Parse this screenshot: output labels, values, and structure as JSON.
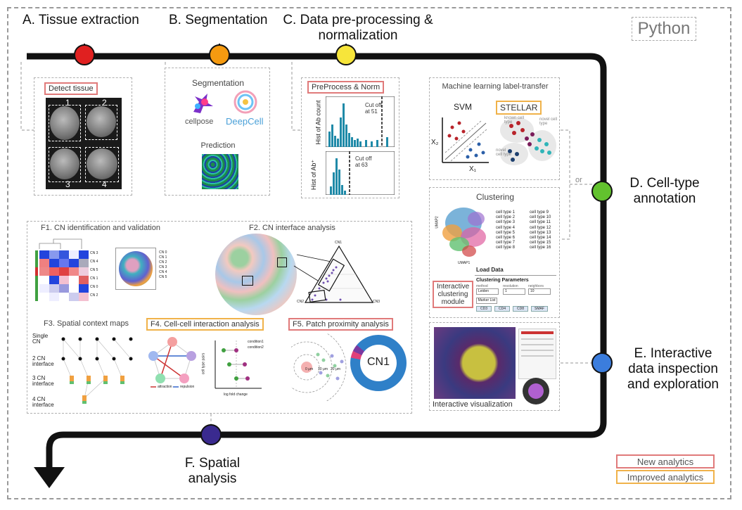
{
  "python_label": "Python",
  "stages": {
    "a": "A. Tissue extraction",
    "b": "B. Segmentation",
    "c_line1": "C. Data pre-processing &",
    "c_line2": "normalization",
    "d_line1": "D. Cell-type",
    "d_line2": "annotation",
    "e_line1": "E. Interactive",
    "e_line2": "data inspection",
    "e_line3": "and exploration",
    "f_line1": "F. Spatial",
    "f_line2": "analysis"
  },
  "colors": {
    "a": "#e02020",
    "b": "#f59a10",
    "c": "#f7e53a",
    "d": "#62c22e",
    "e": "#3b7ddd",
    "f": "#3a2a8f",
    "new_analytics": "#e07a7a",
    "improved_analytics": "#f0b24a"
  },
  "panel_a": {
    "label": "Detect tissue",
    "cores": [
      "1",
      "2",
      "3",
      "4"
    ]
  },
  "panel_b": {
    "title": "Segmentation",
    "cellpose": "cellpose",
    "deepcell": "DeepCell",
    "prediction": "Prediction"
  },
  "panel_c": {
    "label": "PreProcess & Norm",
    "ylabel1": "Hist of Ab count",
    "ylabel2": "Hist of Ab⁺",
    "cut1_line1": "Cut off",
    "cut1_line2": "at 51",
    "cut2_line1": "Cut off",
    "cut2_line2": "at 63"
  },
  "panel_ml": {
    "title": "Machine learning label-transfer",
    "svm": "SVM",
    "stellar": "STELLAR",
    "x2": "X₂",
    "x1": "X₁",
    "known_cell_type": "known cell type",
    "novel_cell_type": "novel cell type",
    "novel_cell_type_2": "novel cell type"
  },
  "or_label": "or",
  "panel_clustering": {
    "title": "Clustering",
    "xlabel": "UMAP1",
    "ylabel": "UMAP2",
    "legend_col1": [
      "cell type 1",
      "cell type 2",
      "cell type 3",
      "cell type 4",
      "cell type 5",
      "cell type 6",
      "cell type 7",
      "cell type 8"
    ],
    "legend_col2": [
      "cell type 9",
      "cell type 10",
      "cell type 11",
      "cell type 12",
      "cell type 13",
      "cell type 14",
      "cell type 15",
      "cell type 16"
    ],
    "load_data": "Load Data",
    "params_title": "Clustering Parameters",
    "method_label": "method",
    "resolution_label": "resolution",
    "neighbors_label": "neighbors",
    "method_value": "Leiden",
    "resolution_value": "1",
    "neighbors_value": "10",
    "marker_list": "Marker List",
    "chips": [
      "CD3",
      "CD4",
      "CD8",
      "SMAF"
    ],
    "module_line1": "Interactive",
    "module_line2": "clustering",
    "module_line3": "module"
  },
  "panel_viz": {
    "label": "Interactive visualization"
  },
  "panel_f1": {
    "title": "F1. CN identification and validation",
    "cn_rows": [
      "CN 3",
      "CN 4",
      "CN 5",
      "CN 1",
      "CN 0",
      "CN 2"
    ],
    "cn_legend": [
      "CN 0",
      "CN 1",
      "CN 2",
      "CN 3",
      "CN 4",
      "CN 5"
    ]
  },
  "panel_f2": {
    "title": "F2. CN interface analysis",
    "cn1": "CN1",
    "cn2": "CN2",
    "cn3": "CN3"
  },
  "panel_f3": {
    "title": "F3. Spatial context maps",
    "rows": [
      "Single CN",
      "2 CN interface",
      "3 CN interface",
      "4 CN interface"
    ]
  },
  "panel_f4": {
    "title": "F4. Cell-cell interaction analysis",
    "legend1": "condition1",
    "legend2": "condition2",
    "ylabel": "cell type pairs",
    "xlabel": "log fold change",
    "net_legend1": "attraction",
    "net_legend2": "repulsion"
  },
  "panel_f5": {
    "title": "F5. Patch proximity analysis",
    "dist1": "0 μm",
    "dist2": "10 μm",
    "dist3": "20 μm",
    "cn_center": "CN1"
  },
  "legend": {
    "new": "New analytics",
    "improved": "Improved analytics"
  }
}
